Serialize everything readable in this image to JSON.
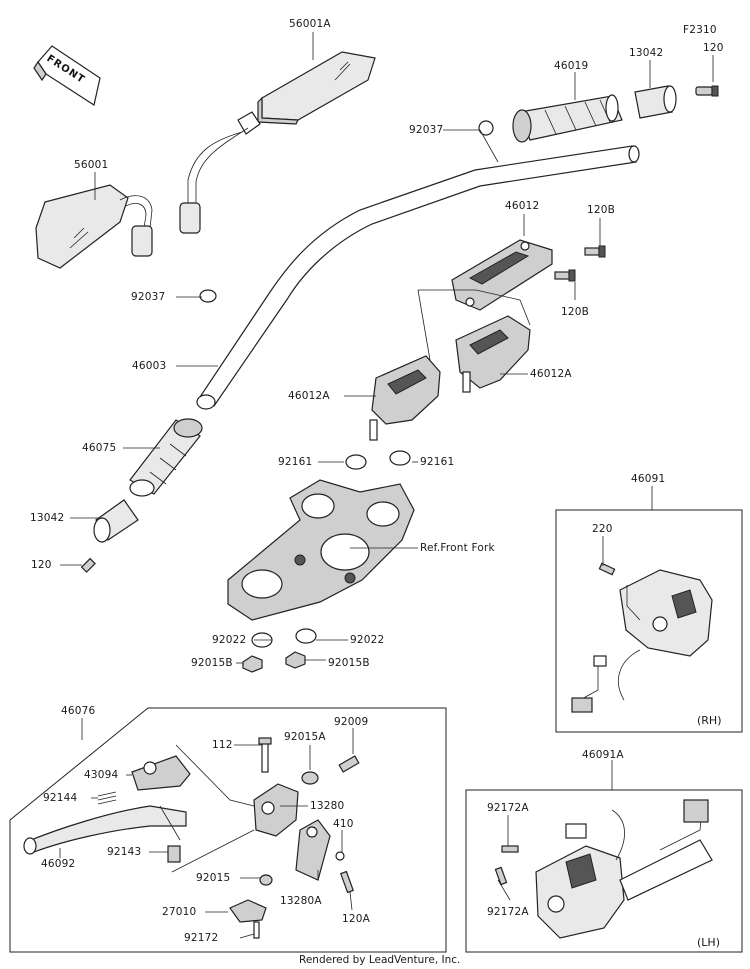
{
  "diagram_code": "F2310",
  "front_badge": "FRONT",
  "watermark": "LEADVENTURE",
  "ref_label": "Ref.Front Fork",
  "footer": "Rendered by LeadVenture, Inc.",
  "box_rh_label": "(RH)",
  "box_lh_label": "(LH)",
  "parts": {
    "mirror_r": "56001A",
    "mirror_l": "56001",
    "grip_r": "46019",
    "weight_r": "13042",
    "bolt_r": "120",
    "band_r": "92037",
    "holder_upper": "46012",
    "bolt_upper_a": "120B",
    "bolt_upper_b": "120B",
    "band_l": "92037",
    "handlebar": "46003",
    "holder_l": "46012A",
    "holder_r": "46012A",
    "grip_l": "46075",
    "washer_l": "92161",
    "washer_r": "92161",
    "weight_l": "13042",
    "bolt_l": "120",
    "washer_bl": "92022",
    "washer_br": "92022",
    "nut_l": "92015B",
    "nut_r": "92015B",
    "switch_rh": "46091",
    "screw_rh": "220",
    "switch_lh": "46091A",
    "screw_lh_a": "92172A",
    "screw_lh_b": "92172A",
    "lever_assy": "46076",
    "bolt_112": "112",
    "nut_92015a": "92015A",
    "screw_92009": "92009",
    "adjuster": "43094",
    "spring": "92144",
    "bracket": "13280",
    "lever": "46092",
    "collar": "92143",
    "spacer": "410",
    "nut_92015": "92015",
    "clamp": "13280A",
    "bolt_120a": "120A",
    "sw_27010": "27010",
    "screw_92172": "92172"
  }
}
